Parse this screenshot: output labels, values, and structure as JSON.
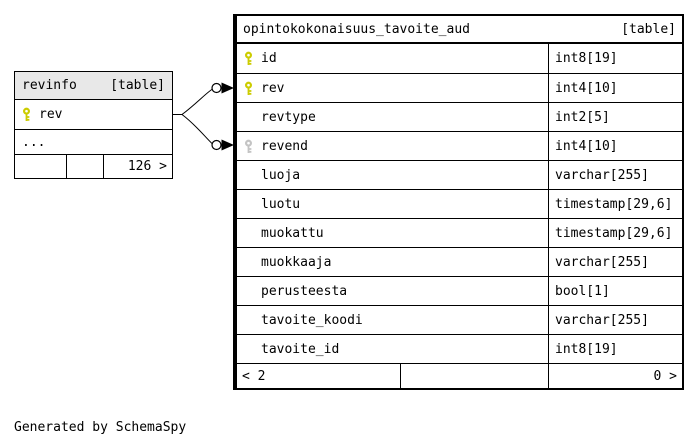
{
  "page": {
    "footer_note": "Generated by SchemaSpy"
  },
  "colors": {
    "primary_key": "#cccc00",
    "foreign_key": "#c4c4c4",
    "revinfo_header_bg": "#e8e8e8",
    "main_header_bg": "#ffffff",
    "border": "#000000",
    "background": "#ffffff"
  },
  "revinfo_table": {
    "title": "revinfo",
    "badge": "[table]",
    "rows": [
      {
        "name": "rev",
        "key": "pk"
      }
    ],
    "ellipsis": "...",
    "footer": {
      "cells": [
        "",
        "",
        "126 >"
      ]
    }
  },
  "main_table": {
    "title": "opintokokonaisuus_tavoite_aud",
    "badge": "[table]",
    "columns": [
      {
        "name": "id",
        "type": "int8[19]",
        "key": "pk"
      },
      {
        "name": "rev",
        "type": "int4[10]",
        "key": "pk"
      },
      {
        "name": "revtype",
        "type": "int2[5]",
        "key": ""
      },
      {
        "name": "revend",
        "type": "int4[10]",
        "key": "fk"
      },
      {
        "name": "luoja",
        "type": "varchar[255]",
        "key": ""
      },
      {
        "name": "luotu",
        "type": "timestamp[29,6]",
        "key": ""
      },
      {
        "name": "muokattu",
        "type": "timestamp[29,6]",
        "key": ""
      },
      {
        "name": "muokkaaja",
        "type": "varchar[255]",
        "key": ""
      },
      {
        "name": "perusteesta",
        "type": "bool[1]",
        "key": ""
      },
      {
        "name": "tavoite_koodi",
        "type": "varchar[255]",
        "key": ""
      },
      {
        "name": "tavoite_id",
        "type": "int8[19]",
        "key": ""
      }
    ],
    "footer": {
      "left": "< 2",
      "middle": "",
      "right": "0 >"
    }
  },
  "relationships": [
    {
      "from": "revinfo.rev",
      "to": "opintokokonaisuus_tavoite_aud.rev"
    },
    {
      "from": "revinfo.rev",
      "to": "opintokokonaisuus_tavoite_aud.revend"
    }
  ]
}
